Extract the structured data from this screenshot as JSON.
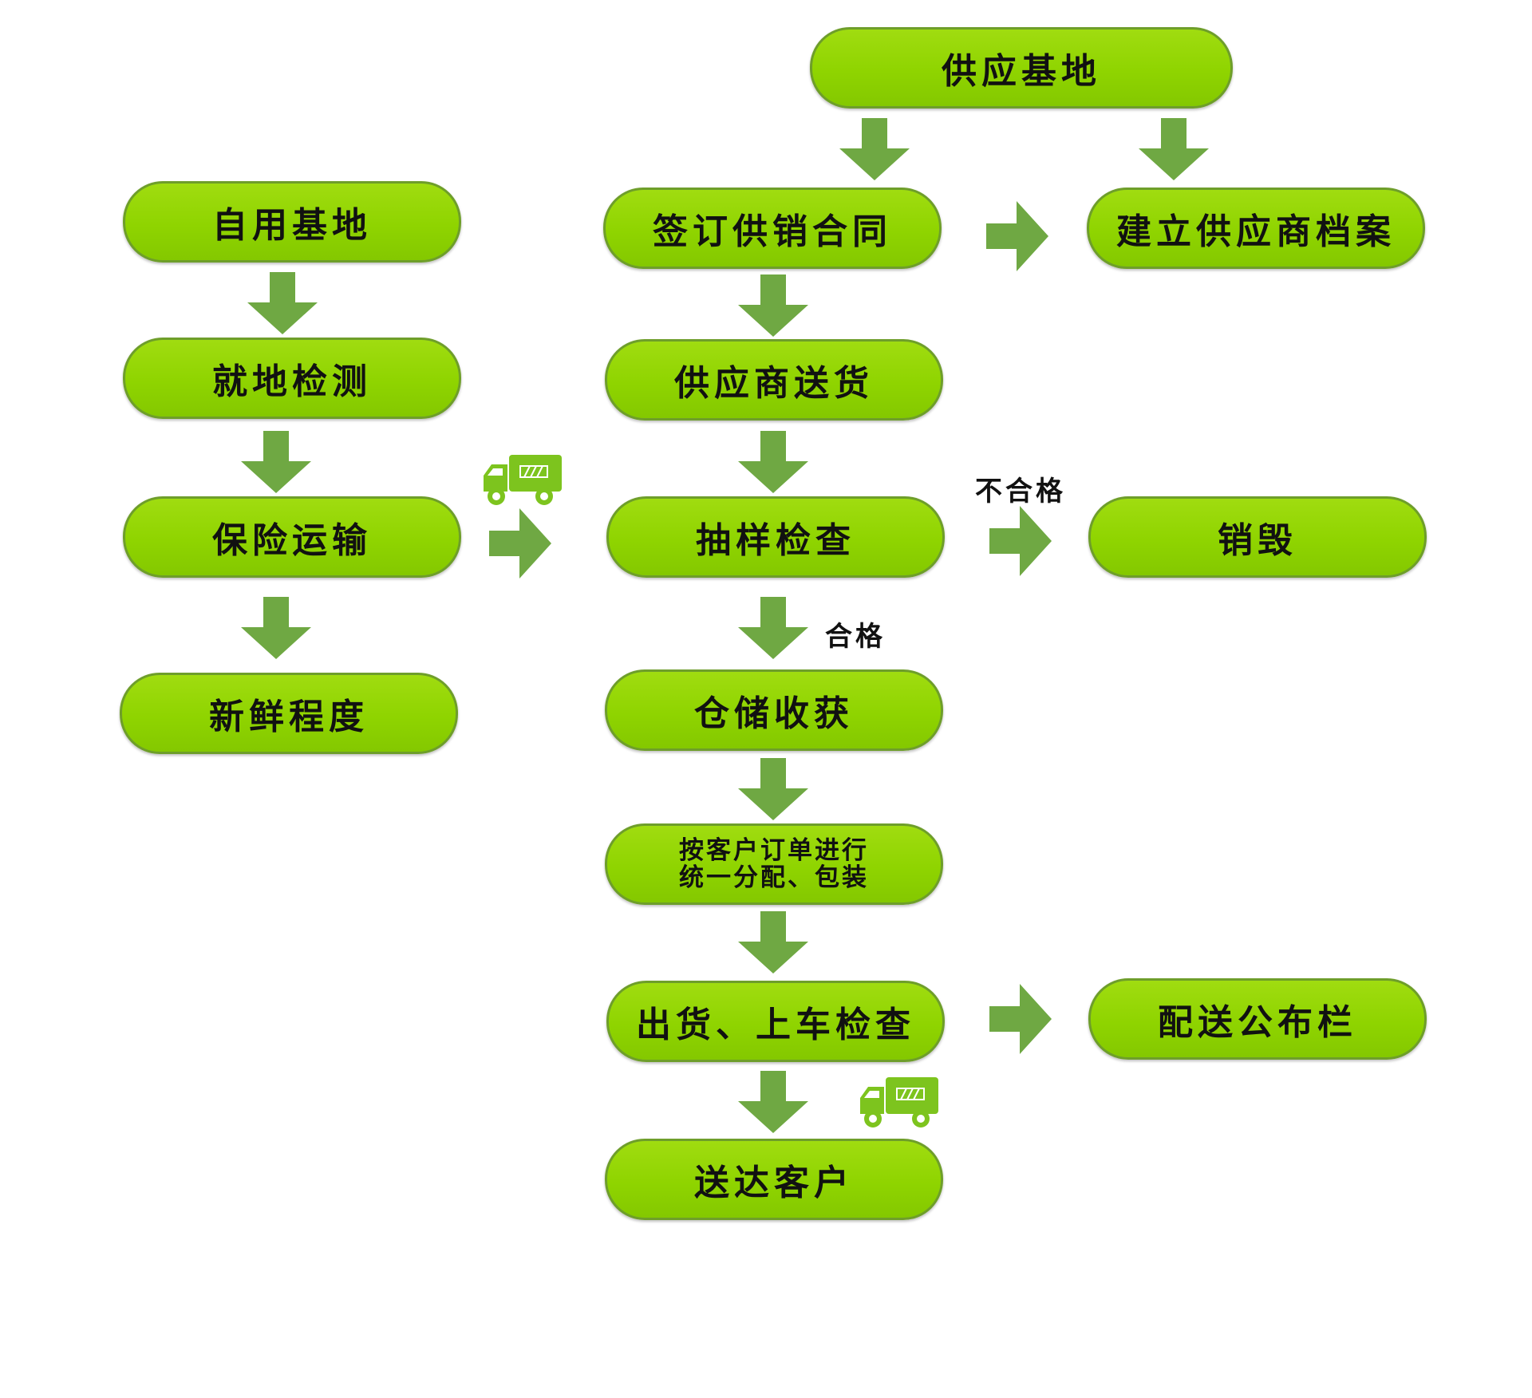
{
  "colors": {
    "node_fill": "#8fd400",
    "node_border": "#6e9e2a",
    "arrow": "#6fa843",
    "truck": "#7dc41e"
  },
  "nodes": {
    "supply_base": "供应基地",
    "own_base": "自用基地",
    "sign_contract": "签订供销合同",
    "supplier_archive": "建立供应商档案",
    "onsite_inspection": "就地检测",
    "supplier_delivery": "供应商送货",
    "insured_transport": "保险运输",
    "sampling_check": "抽样检查",
    "destroy": "销毁",
    "freshness": "新鲜程度",
    "warehouse_receive": "仓储收获",
    "distribute_line1": "按客户订单进行",
    "distribute_line2": "统一分配、包装",
    "shipping_check": "出货、上车检查",
    "delivery_board": "配送公布栏",
    "deliver_customer": "送达客户"
  },
  "labels": {
    "unqualified": "不合格",
    "qualified": "合格"
  },
  "icons": [
    "truck-icon",
    "truck-icon"
  ]
}
